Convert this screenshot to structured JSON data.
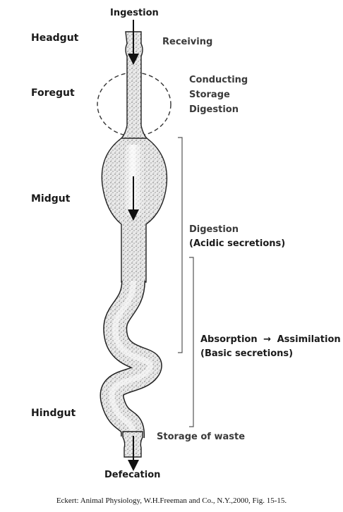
{
  "diagram": {
    "flow": {
      "top": "Ingestion",
      "bottom": "Defecation"
    },
    "regions": {
      "headgut": "Headgut",
      "foregut": "Foregut",
      "midgut": "Midgut",
      "hindgut": "Hindgut"
    },
    "functions": {
      "receiving": "Receiving",
      "conducting": "Conducting",
      "storage": "Storage",
      "digestion_upper": "Digestion",
      "digestion_mid": "Digestion",
      "acidic": "(Acidic secretions)",
      "absorption": "Absorption",
      "assimilation": "Assimilation",
      "basic": "(Basic secretions)",
      "storage_waste": "Storage of waste"
    },
    "arrow_glyph": "→"
  },
  "citation": "Eckert: Animal Physiology, W.H.Freeman and Co., N.Y.,2000, Fig. 15-15."
}
